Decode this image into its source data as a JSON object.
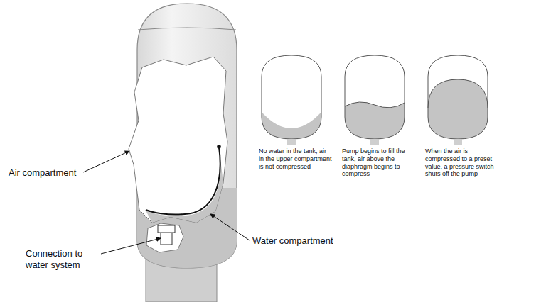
{
  "diagram": {
    "labels": [
      "Air compartment",
      "Water compartment",
      "Connection to water system",
      "No water in the tank, air in the upper compartment is not compressed",
      "Pump begins to fill the tank, air above the diaphragm begins to compress",
      "When the air is compressed to a preset value, a pressure switch shuts off the pump"
    ]
  }
}
